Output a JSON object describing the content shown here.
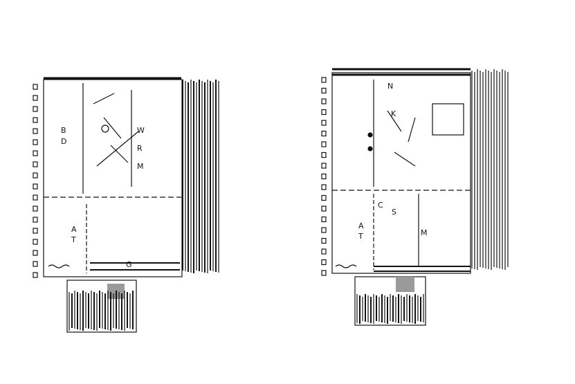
{
  "drawing": {
    "plan_left": {
      "labels": [
        "B",
        "D",
        "W",
        "R",
        "M",
        "G",
        "T",
        "A"
      ],
      "row_marker_count": 18
    },
    "plan_right": {
      "labels": [
        "N",
        "K",
        "T",
        "A",
        "S",
        "M",
        "C"
      ],
      "row_marker_count": 19
    },
    "colors": {
      "line": "#111111",
      "fill_gray": "#9a9a9a"
    }
  }
}
